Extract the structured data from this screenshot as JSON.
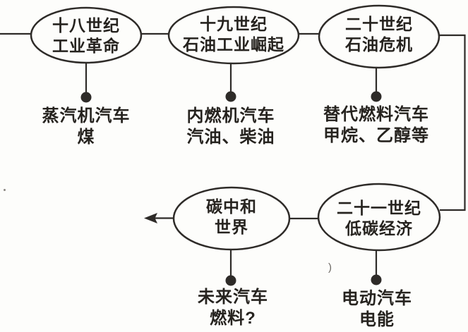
{
  "colors": {
    "ink": "#2e2b28",
    "background": "#fdfdfb"
  },
  "nodes": [
    {
      "id": "node-18th-century-industrial-revolution",
      "line1": "十八世纪",
      "line2": "工业革命"
    },
    {
      "id": "node-19th-century-oil-industry-rise",
      "line1": "十九世纪",
      "line2": "石油工业崛起"
    },
    {
      "id": "node-20th-century-oil-crisis",
      "line1": "二十世纪",
      "line2": "石油危机"
    },
    {
      "id": "node-carbon-neutral-world",
      "line1": "碳中和",
      "line2": "世界"
    },
    {
      "id": "node-21st-century-low-carbon-economy",
      "line1": "二十一世纪",
      "line2": "低碳经济"
    }
  ],
  "annotations": [
    {
      "id": "label-steam-car-coal",
      "line1": "蒸汽机汽车",
      "line2": "煤"
    },
    {
      "id": "label-ice-car-gasoline",
      "line1": "内燃机汽车",
      "line2": "汽油、柴油"
    },
    {
      "id": "label-alt-fuel-car-methane",
      "line1": "替代燃料汽车",
      "line2": "甲烷、乙醇等"
    },
    {
      "id": "label-future-car-fuel",
      "line1": "未来汽车",
      "line2": "燃料?"
    },
    {
      "id": "label-electric-car-energy",
      "line1": "电动汽车",
      "line2": "电能"
    }
  ],
  "artifact": ")"
}
